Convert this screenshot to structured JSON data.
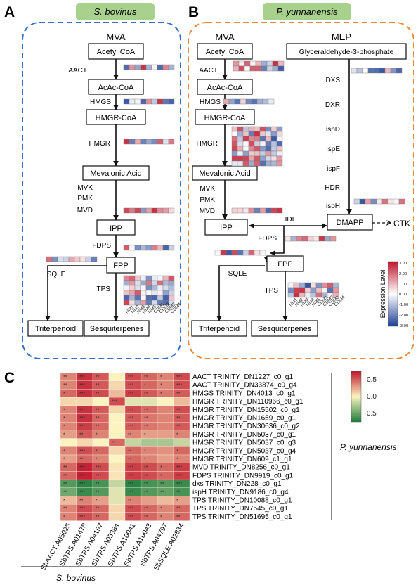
{
  "panel_a": {
    "letter": "A",
    "organism": "S. bovinus",
    "pathway": "MVA",
    "metabolites": [
      "Acetyl CoA",
      "AcAc-CoA",
      "HMGR-CoA",
      "Mevalonic Acid",
      "IPP",
      "FPP",
      "Triterpenoid",
      "Sesquiterpenes"
    ],
    "enzymes": [
      "AACT",
      "HMGS",
      "HMGR",
      "MVK",
      "PMK",
      "MVD",
      "FDPS",
      "SQLE",
      "TPS"
    ],
    "tps_cols": [
      "NM1",
      "NM2",
      "NM3",
      "NM4",
      "NM5",
      "CDM1",
      "CDM2",
      "CDM3",
      "CDM4"
    ]
  },
  "panel_b": {
    "letter": "B",
    "organism": "P. yunnanensis",
    "pathway_mva": "MVA",
    "pathway_mep": "MEP",
    "metabolites": [
      "Acetyl CoA",
      "AcAc-CoA",
      "HMGR-CoA",
      "Mevalonic Acid",
      "IPP",
      "FPP",
      "Triterpenoid",
      "Sesquiterpenes",
      "Glyceraldehyde-3-phosphate",
      "DMAPP"
    ],
    "enzymes": [
      "AACT",
      "HMGS",
      "HMGR",
      "MVK",
      "PMK",
      "MVD",
      "FDPS",
      "SQLE",
      "TPS",
      "IDI"
    ],
    "mep_enzymes": [
      "DXS",
      "DXR",
      "ispD",
      "ispE",
      "ispF",
      "HDR",
      "ispH"
    ],
    "ctk": "CTK",
    "tps_cols": [
      "NM1",
      "NM2",
      "NM3",
      "NM4",
      "NM5",
      "CDM1",
      "CDM2",
      "CDM3",
      "CDM4"
    ],
    "legend_title": "Expression Level",
    "legend_ticks": [
      "3.00",
      "2.00",
      "1.00",
      "0.00",
      "-1.00",
      "-2.00",
      "-3.00"
    ]
  },
  "panel_c": {
    "letter": "C",
    "rows": [
      "AACT TRINITY_DN1227_c0_g1",
      "AACT TRINITY_DN33874_c0_g4",
      "HMGS TRINITY_DN4013_c0_g1",
      "HMGR TRINITY_DN110966_c0_g1",
      "HMGR TRINITY_DN15502_c0_g1",
      "HMGR TRINITY_DN1659_c0_g1",
      "HMGR TRINITY_DN30636_c0_g2",
      "HMGR TRINITY_DN5037_c0_g1",
      "HMGR TRINITY_DN5037_c0_g3",
      "HMGR TRINITY_DN5037_c0_g4",
      "HMGR TRINITY_DN609_c1_g1",
      "MVD TRINITY_DN8256_c0_g1",
      "FDPS TRINITY_DN9919_c0_g1",
      "dxs TRINITY_DN228_c0_g1",
      "ispH TRINITY_DN9186_c0_g4",
      "TPS TRINITY_DN10088_c0_g1",
      "TPS TRINITY_DN7545_c0_g1",
      "TPS TRINITY_DN51695_c0_g1"
    ],
    "cols": [
      "SbAACT A05025",
      "SbTPS A01478",
      "SbTPS A04157",
      "SbTPS A05384",
      "SbTPS A10041",
      "SbTPS A10043",
      "SbTPS A04797",
      "SbSQLE A02834"
    ],
    "row_group": "P. yunnanensis",
    "col_group": "S. bovinus",
    "colorbar_ticks": [
      "0.5",
      "0.0",
      "−0.5"
    ],
    "values": [
      [
        0.4,
        0.7,
        0.55,
        0.0,
        0.6,
        0.5,
        0.4,
        0.6
      ],
      [
        0.4,
        0.7,
        0.55,
        0.1,
        0.6,
        0.5,
        0.4,
        0.6
      ],
      [
        0.5,
        0.7,
        0.6,
        0.2,
        0.65,
        0.55,
        0.45,
        0.55
      ],
      [
        0.1,
        0.1,
        0.0,
        0.6,
        -0.1,
        -0.1,
        0.0,
        0.2
      ],
      [
        0.4,
        0.7,
        0.55,
        0.1,
        0.6,
        0.5,
        0.4,
        0.6
      ],
      [
        0.4,
        0.7,
        0.5,
        0.0,
        0.55,
        0.45,
        0.4,
        0.55
      ],
      [
        0.4,
        0.65,
        0.5,
        0.0,
        0.55,
        0.45,
        0.4,
        0.55
      ],
      [
        0.3,
        0.55,
        0.4,
        0.0,
        0.4,
        0.3,
        0.3,
        0.4
      ],
      [
        0.0,
        0.1,
        0.0,
        0.5,
        -0.2,
        -0.3,
        -0.3,
        -0.2
      ],
      [
        0.4,
        0.6,
        0.5,
        0.1,
        0.5,
        0.4,
        0.35,
        0.5
      ],
      [
        0.3,
        0.5,
        0.4,
        0.0,
        0.5,
        0.4,
        0.3,
        0.4
      ],
      [
        0.5,
        0.75,
        0.6,
        0.05,
        0.65,
        0.6,
        0.5,
        0.65
      ],
      [
        0.5,
        0.75,
        0.6,
        0.05,
        0.65,
        0.6,
        0.5,
        0.65
      ],
      [
        -0.6,
        -0.75,
        -0.65,
        -0.2,
        -0.75,
        -0.65,
        -0.6,
        -0.7
      ],
      [
        -0.5,
        -0.7,
        -0.6,
        -0.1,
        -0.7,
        -0.6,
        -0.55,
        -0.65
      ],
      [
        0.2,
        0.4,
        0.3,
        -0.1,
        0.4,
        0.3,
        0.2,
        0.3
      ],
      [
        0.4,
        0.6,
        0.5,
        0.1,
        0.6,
        0.5,
        0.4,
        0.5
      ],
      [
        0.4,
        0.6,
        0.5,
        0.1,
        0.6,
        0.5,
        0.4,
        0.5
      ]
    ],
    "sig": [
      [
        "**",
        "***",
        "**",
        "",
        "***",
        "**",
        "*",
        "***"
      ],
      [
        "**",
        "***",
        "**",
        "",
        "***",
        "*",
        "*",
        "***"
      ],
      [
        "*",
        "***",
        "**",
        "",
        "***",
        "**",
        "*",
        "**"
      ],
      [
        "",
        "",
        "",
        "***",
        "",
        "",
        "",
        ""
      ],
      [
        "*",
        "***",
        "**",
        "",
        "***",
        "**",
        "",
        "**"
      ],
      [
        "*",
        "***",
        "**",
        "",
        "***",
        "**",
        "",
        "**"
      ],
      [
        "*",
        "***",
        "**",
        "",
        "***",
        "**",
        "",
        "**"
      ],
      [
        "*",
        "**",
        "*",
        "",
        "**",
        "*",
        "",
        "*"
      ],
      [
        "",
        "",
        "",
        "**",
        "",
        "",
        "",
        ""
      ],
      [
        "*",
        "***",
        "*",
        "",
        "**",
        "*",
        "",
        "*"
      ],
      [
        "*",
        "**",
        "*",
        "",
        "**",
        "*",
        "",
        "*"
      ],
      [
        "**",
        "***",
        "***",
        "",
        "***",
        "**",
        "*",
        "***"
      ],
      [
        "**",
        "***",
        "***",
        "",
        "***",
        "**",
        "*",
        "***"
      ],
      [
        "**",
        "***",
        "**",
        "",
        "***",
        "**",
        "**",
        "***"
      ],
      [
        "**",
        "***",
        "**",
        "",
        "***",
        "**",
        "**",
        "**"
      ],
      [
        "*",
        "**",
        "*",
        "",
        "**",
        "",
        "",
        "*"
      ],
      [
        "**",
        "***",
        "**",
        "",
        "***",
        "**",
        "*",
        "**"
      ],
      [
        "*",
        "***",
        "**",
        "",
        "***",
        "**",
        "*",
        "**"
      ]
    ]
  },
  "colors": {
    "panel_a_border": "#3b6fc6",
    "panel_b_border": "#ea8a3a",
    "organism_box": "#a9d18e",
    "heat_red": "#c0142a",
    "heat_blue": "#1d3f96",
    "heat_green": "#1e7b3c",
    "heat_yellow": "#fbf3c0"
  }
}
